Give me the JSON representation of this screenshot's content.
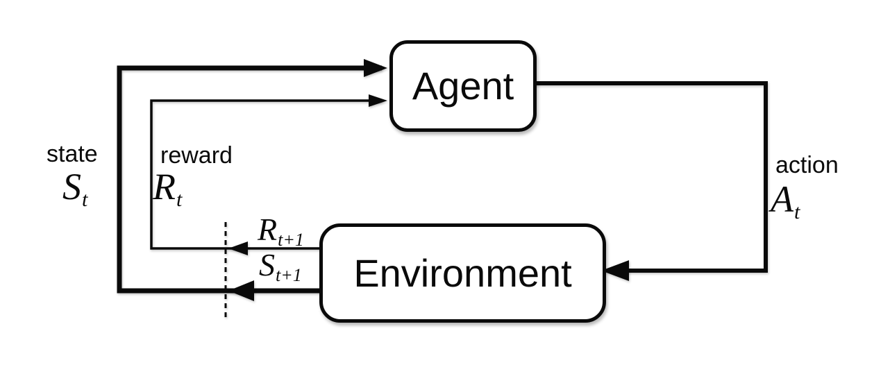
{
  "boxes": {
    "agent": "Agent",
    "environment": "Environment"
  },
  "labels": {
    "state": {
      "word": "state",
      "symbol": "S",
      "sub": "t"
    },
    "reward": {
      "word": "reward",
      "symbol": "R",
      "sub": "t"
    },
    "action": {
      "word": "action",
      "symbol": "A",
      "sub": "t"
    },
    "reward_next": {
      "symbol": "R",
      "sub": "t+1"
    },
    "state_next": {
      "symbol": "S",
      "sub": "t+1"
    }
  },
  "edges": [
    {
      "name": "action",
      "from": "agent",
      "to": "environment"
    },
    {
      "name": "state",
      "from": "environment",
      "to": "agent"
    },
    {
      "name": "reward",
      "from": "environment",
      "to": "agent"
    }
  ],
  "colors": {
    "line": "#0a0a0a",
    "background": "#ffffff",
    "box_fill": "#ffffff",
    "text": "#0a0a0a"
  }
}
